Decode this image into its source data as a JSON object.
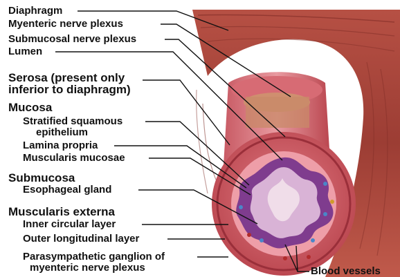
{
  "labels": {
    "diaphragm": "Diaphragm",
    "myenteric_plexus": "Myenteric nerve plexus",
    "submucosal_plexus": "Submucosal nerve plexus",
    "lumen": "Lumen",
    "serosa_line1": "Serosa (present only",
    "serosa_line2": "inferior to diaphragm)",
    "mucosa": "Mucosa",
    "squamous_line1": "Stratified squamous",
    "squamous_line2": "epithelium",
    "lamina_propria": "Lamina propria",
    "muscularis_mucosae": "Muscularis mucosae",
    "submucosa": "Submucosa",
    "esophageal_gland": "Esophageal gland",
    "muscularis_externa": "Muscularis externa",
    "inner_circular": "Inner circular layer",
    "outer_longitudinal": "Outer longitudinal layer",
    "ganglion_line1": "Parasympathetic ganglion of",
    "ganglion_line2": "myenteric nerve plexus",
    "blood_vessels": "Blood vessels"
  },
  "colors": {
    "diaphragm_muscle": "#a8463a",
    "outer_layer": "#c44c56",
    "submucosa": "#e88f9a",
    "mucosa": "#7f3c8e",
    "epithelium": "#d9b3d6",
    "lumen": "#f0dde9",
    "label_line": "#111111"
  }
}
